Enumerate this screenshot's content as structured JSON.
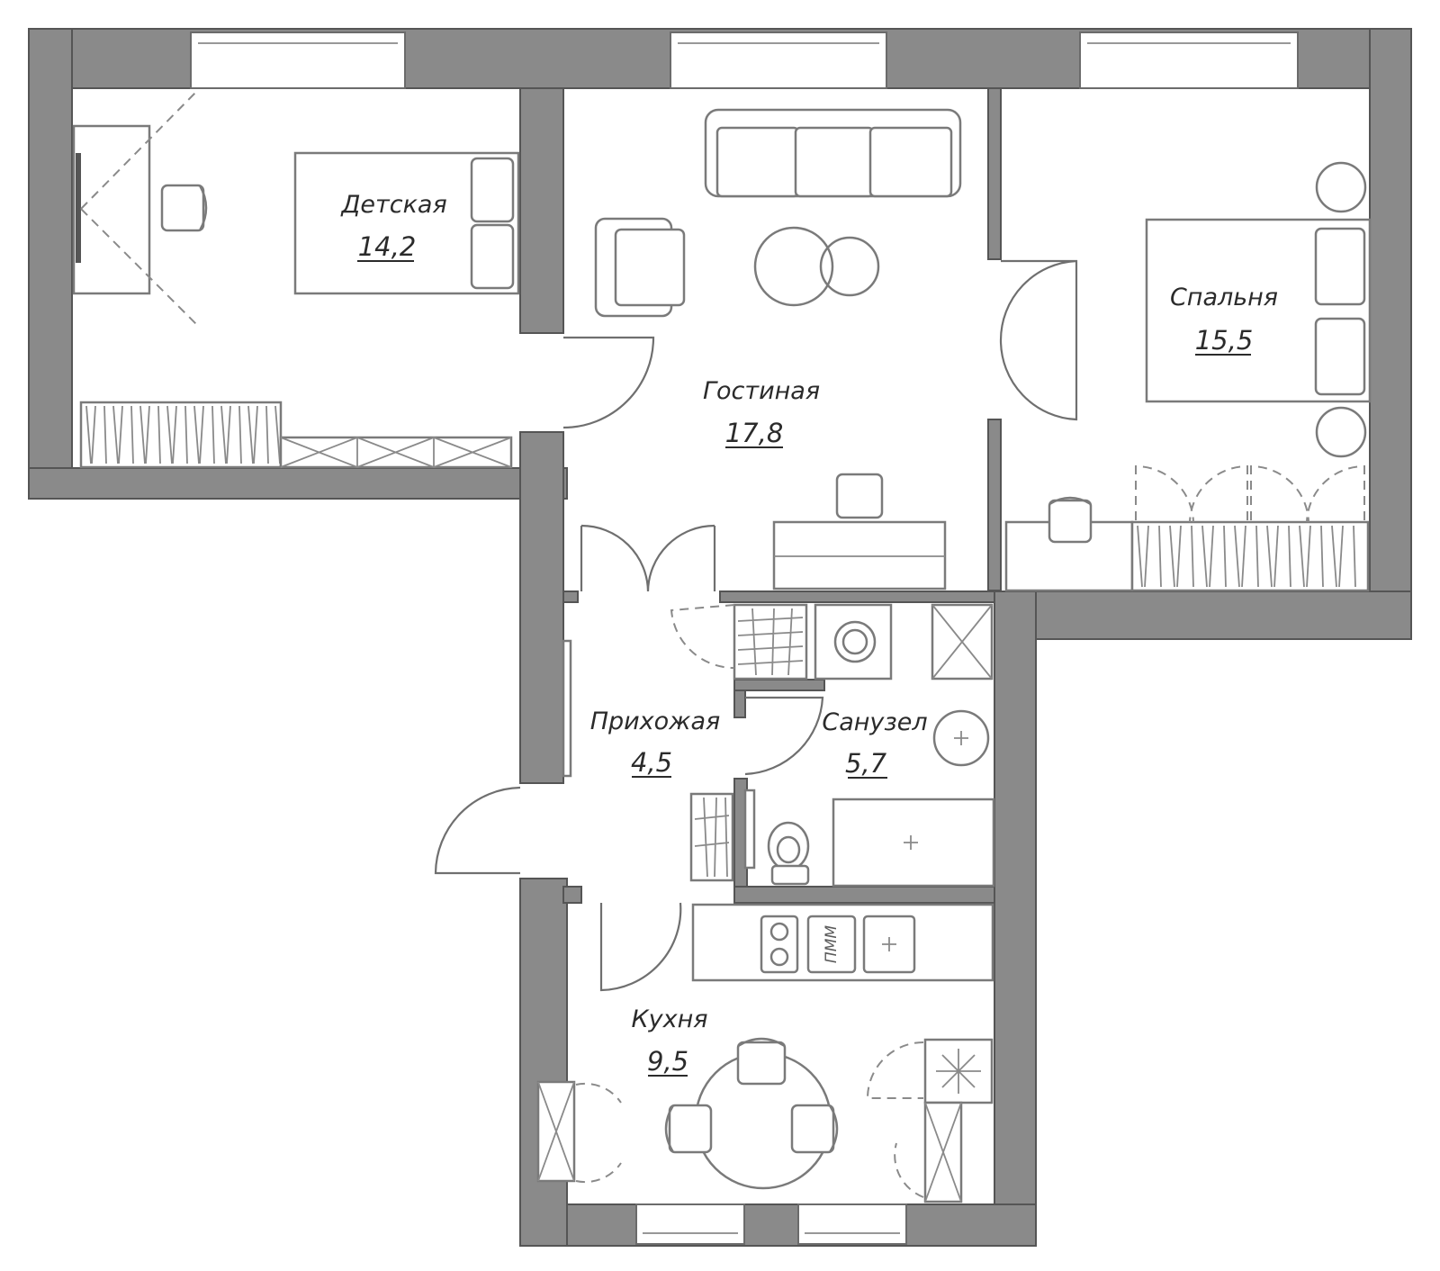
{
  "rooms": {
    "kids": {
      "name": "Детская",
      "area": "14,2"
    },
    "living": {
      "name": "Гостиная",
      "area": "17,8"
    },
    "bedroom": {
      "name": "Спальня",
      "area": "15,5"
    },
    "hall": {
      "name": "Прихожая",
      "area": "4,5"
    },
    "bath": {
      "name": "Санузел",
      "area": "5,7"
    },
    "kitchen": {
      "name": "Кухня",
      "area": "9,5"
    }
  },
  "appliances": {
    "dishwasher": "ПММ"
  },
  "colors": {
    "wall": "#8a8a8a",
    "line": "#7a7a7a",
    "text": "#2b2b2b"
  }
}
